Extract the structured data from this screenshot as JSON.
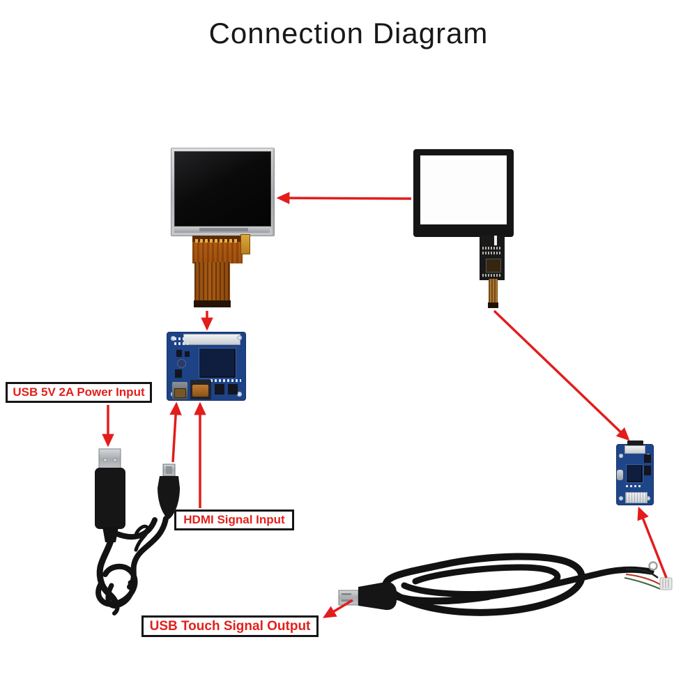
{
  "title": "Connection Diagram",
  "labels": {
    "power_input": "USB 5V 2A Power Input",
    "hdmi_input": "HDMI Signal Input",
    "touch_output": "USB Touch Signal Output"
  },
  "colors": {
    "background": "#ffffff",
    "title_text": "#181818",
    "label_text_red": "#e3201b",
    "label_border_black": "#141414",
    "arrow_red": "#e31c1c",
    "pcb_blue": "#1d4286",
    "pcb_chip_dark": "#0f1e3e",
    "cable_black": "#141414",
    "usb_metal_silver": "#b3b7ba",
    "lcd_frame_silver": "#c0c3c6",
    "lcd_screen_black": "#0a0a0b",
    "touch_panel_border": "#151515",
    "touch_panel_glass": "#fdfdfd",
    "flex_cable_orange": "#b65e14",
    "hdmi_port_copper": "#b06a28"
  },
  "components": [
    "lcd-module",
    "lcd-flex-cable",
    "touch-panel",
    "touch-panel-flex-tail",
    "lcd-driver-board",
    "lcd-fpc-connector",
    "mini-usb-port",
    "mini-hdmi-port",
    "usb-power-cable",
    "usb-a-connector",
    "mini-usb-connector",
    "touch-controller-board",
    "usb-touch-cable",
    "touch-wire-connector"
  ],
  "arrows": [
    {
      "name": "touch-panel-to-lcd",
      "direction": "left"
    },
    {
      "name": "lcd-flex-to-driver-board",
      "direction": "down"
    },
    {
      "name": "power-label-to-usb-a",
      "direction": "down"
    },
    {
      "name": "mini-usb-to-driver-board",
      "direction": "up"
    },
    {
      "name": "hdmi-label-to-mini-hdmi",
      "direction": "up"
    },
    {
      "name": "touch-tail-to-controller-board",
      "direction": "down-right"
    },
    {
      "name": "touch-cable-to-controller-board",
      "direction": "up-left"
    },
    {
      "name": "usb-a-to-output-label",
      "direction": "down-left"
    }
  ]
}
